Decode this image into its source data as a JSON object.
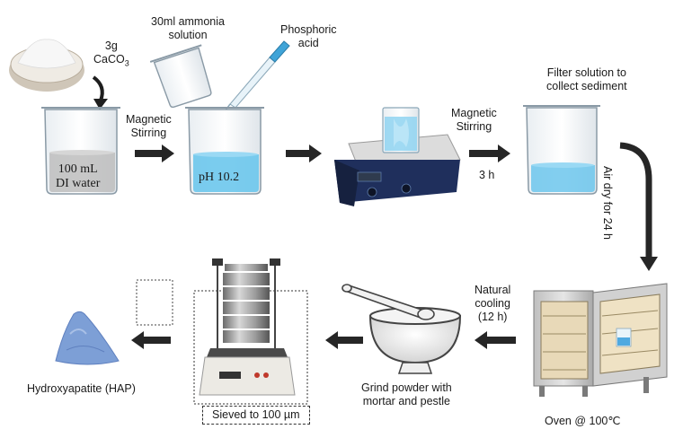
{
  "labels": {
    "caco3_amount": "3g",
    "caco3_formula": "CaCO",
    "caco3_sub": "3",
    "ammonia_line1": "30ml ammonia",
    "ammonia_line2": "solution",
    "phosphoric_line1": "Phosphoric",
    "phosphoric_line2": "acid",
    "beaker1_line1": "100 mL",
    "beaker1_line2": "DI water",
    "beaker2_ph": "pH 10.2",
    "stir1_line1": "Magnetic",
    "stir1_line2": "Stirring",
    "stir2_line1": "Magnetic",
    "stir2_line2": "Stirring",
    "stir2_time": "3 h",
    "filter_line1": "Filter solution to",
    "filter_line2": "collect sediment",
    "air_dry": "Air dry for 24 h",
    "cooling_line1": "Natural",
    "cooling_line2": "cooling",
    "cooling_line3": "(12 h)",
    "oven": "Oven @ 100℃",
    "grind_line1": "Grind powder with",
    "grind_line2": "mortar and pestle",
    "sieved": "Sieved to 100 µm",
    "hap": "Hydroxyapatite (HAP)"
  },
  "colors": {
    "liquid": "#6cc6ec",
    "water_gray": "#b9b9b9",
    "arrow": "#262626",
    "hap_powder": "#7d9fd6",
    "stirrer_body": "#1f2f5c"
  }
}
